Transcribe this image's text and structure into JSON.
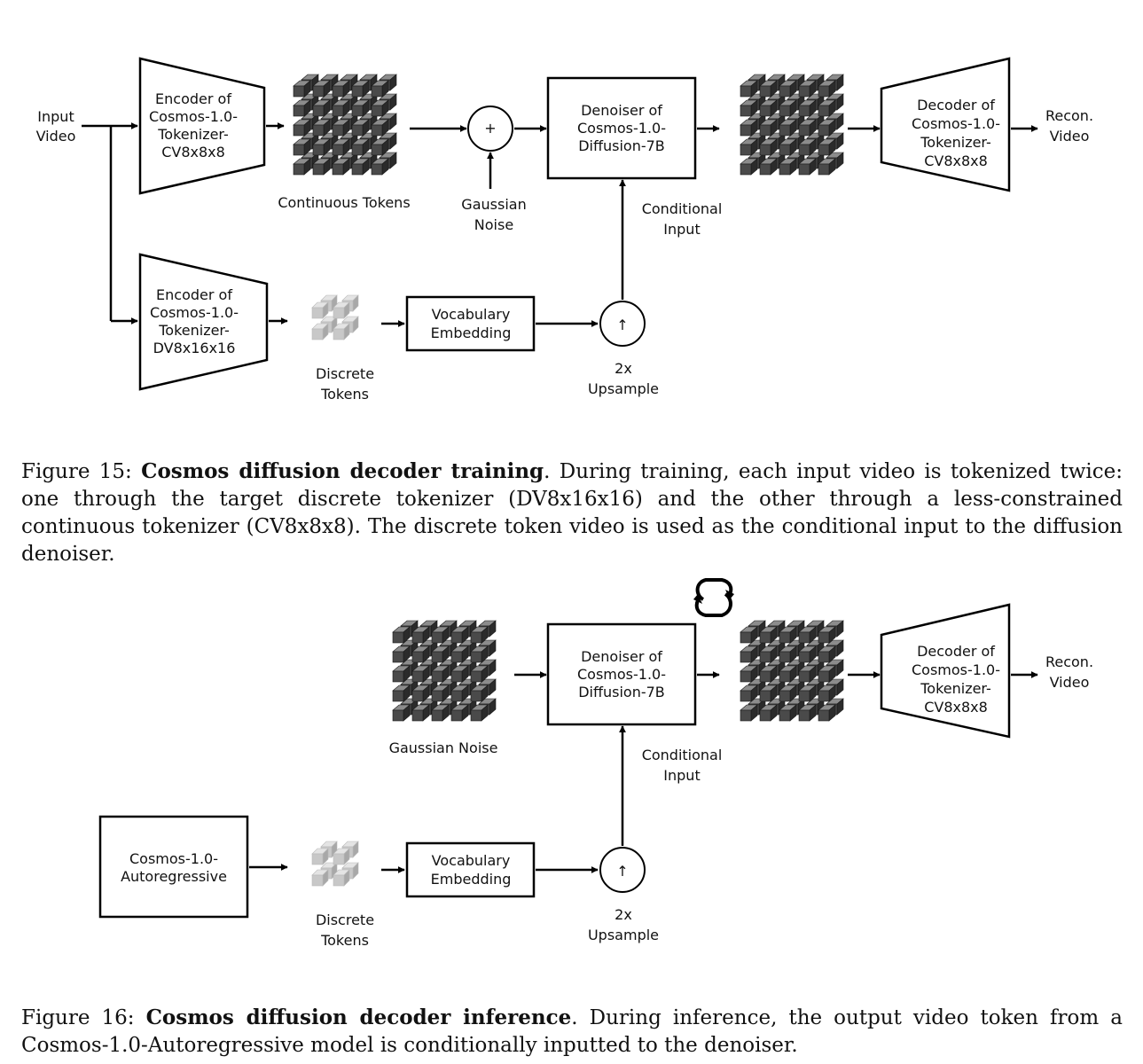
{
  "figure15": {
    "input_video": [
      "Input",
      "Video"
    ],
    "encoder_cv": [
      "Encoder of",
      "Cosmos-1.0-",
      "Tokenizer-",
      "CV8x8x8"
    ],
    "encoder_dv": [
      "Encoder of",
      "Cosmos-1.0-",
      "Tokenizer-",
      "DV8x16x16"
    ],
    "continuous_tokens": "Continuous Tokens",
    "plus_symbol": "+",
    "gaussian_noise": [
      "Gaussian",
      "Noise"
    ],
    "denoiser": [
      "Denoiser of",
      "Cosmos-1.0-",
      "Diffusion-7B"
    ],
    "conditional_input": [
      "Conditional",
      "Input"
    ],
    "decoder": [
      "Decoder of",
      "Cosmos-1.0-",
      "Tokenizer-",
      "CV8x8x8"
    ],
    "recon_video": [
      "Recon.",
      "Video"
    ],
    "discrete_tokens": [
      "Discrete",
      "Tokens"
    ],
    "vocab_embedding": [
      "Vocabulary",
      "Embedding"
    ],
    "upsample_symbol": "↑",
    "upsample": [
      "2x",
      "Upsample"
    ],
    "caption_prefix": "Figure 15: ",
    "caption_bold": "Cosmos diffusion decoder training",
    "caption_text": ". During training, each input video is tokenized twice: one through the target discrete tokenizer (DV8x16x16) and the other through a less-constrained continuous tokenizer (CV8x8x8). The discrete token video is used as the conditional input to the diffusion denoiser."
  },
  "figure16": {
    "gaussian_noise": "Gaussian Noise",
    "denoiser": [
      "Denoiser of",
      "Cosmos-1.0-",
      "Diffusion-7B"
    ],
    "conditional_input": [
      "Conditional",
      "Input"
    ],
    "decoder": [
      "Decoder of",
      "Cosmos-1.0-",
      "Tokenizer-",
      "CV8x8x8"
    ],
    "recon_video": [
      "Recon.",
      "Video"
    ],
    "autoregressive": [
      "Cosmos-1.0-",
      "Autoregressive"
    ],
    "discrete_tokens": [
      "Discrete",
      "Tokens"
    ],
    "vocab_embedding": [
      "Vocabulary",
      "Embedding"
    ],
    "upsample_symbol": "↑",
    "upsample": [
      "2x",
      "Upsample"
    ],
    "caption_prefix": "Figure 16: ",
    "caption_bold": "Cosmos diffusion decoder inference",
    "caption_text": ". During inference, the output video token from a Cosmos-1.0-Autoregressive model is conditionally inputted to the denoiser."
  },
  "colors": {
    "continuous_cube_top": "#8c8c8c",
    "continuous_cube_front": "#4a4a4a",
    "continuous_cube_side": "#2b2b2b",
    "discrete_cube_top": "#e4e4e4",
    "discrete_cube_front": "#c8c8c8",
    "discrete_cube_side": "#a8a8a8"
  }
}
